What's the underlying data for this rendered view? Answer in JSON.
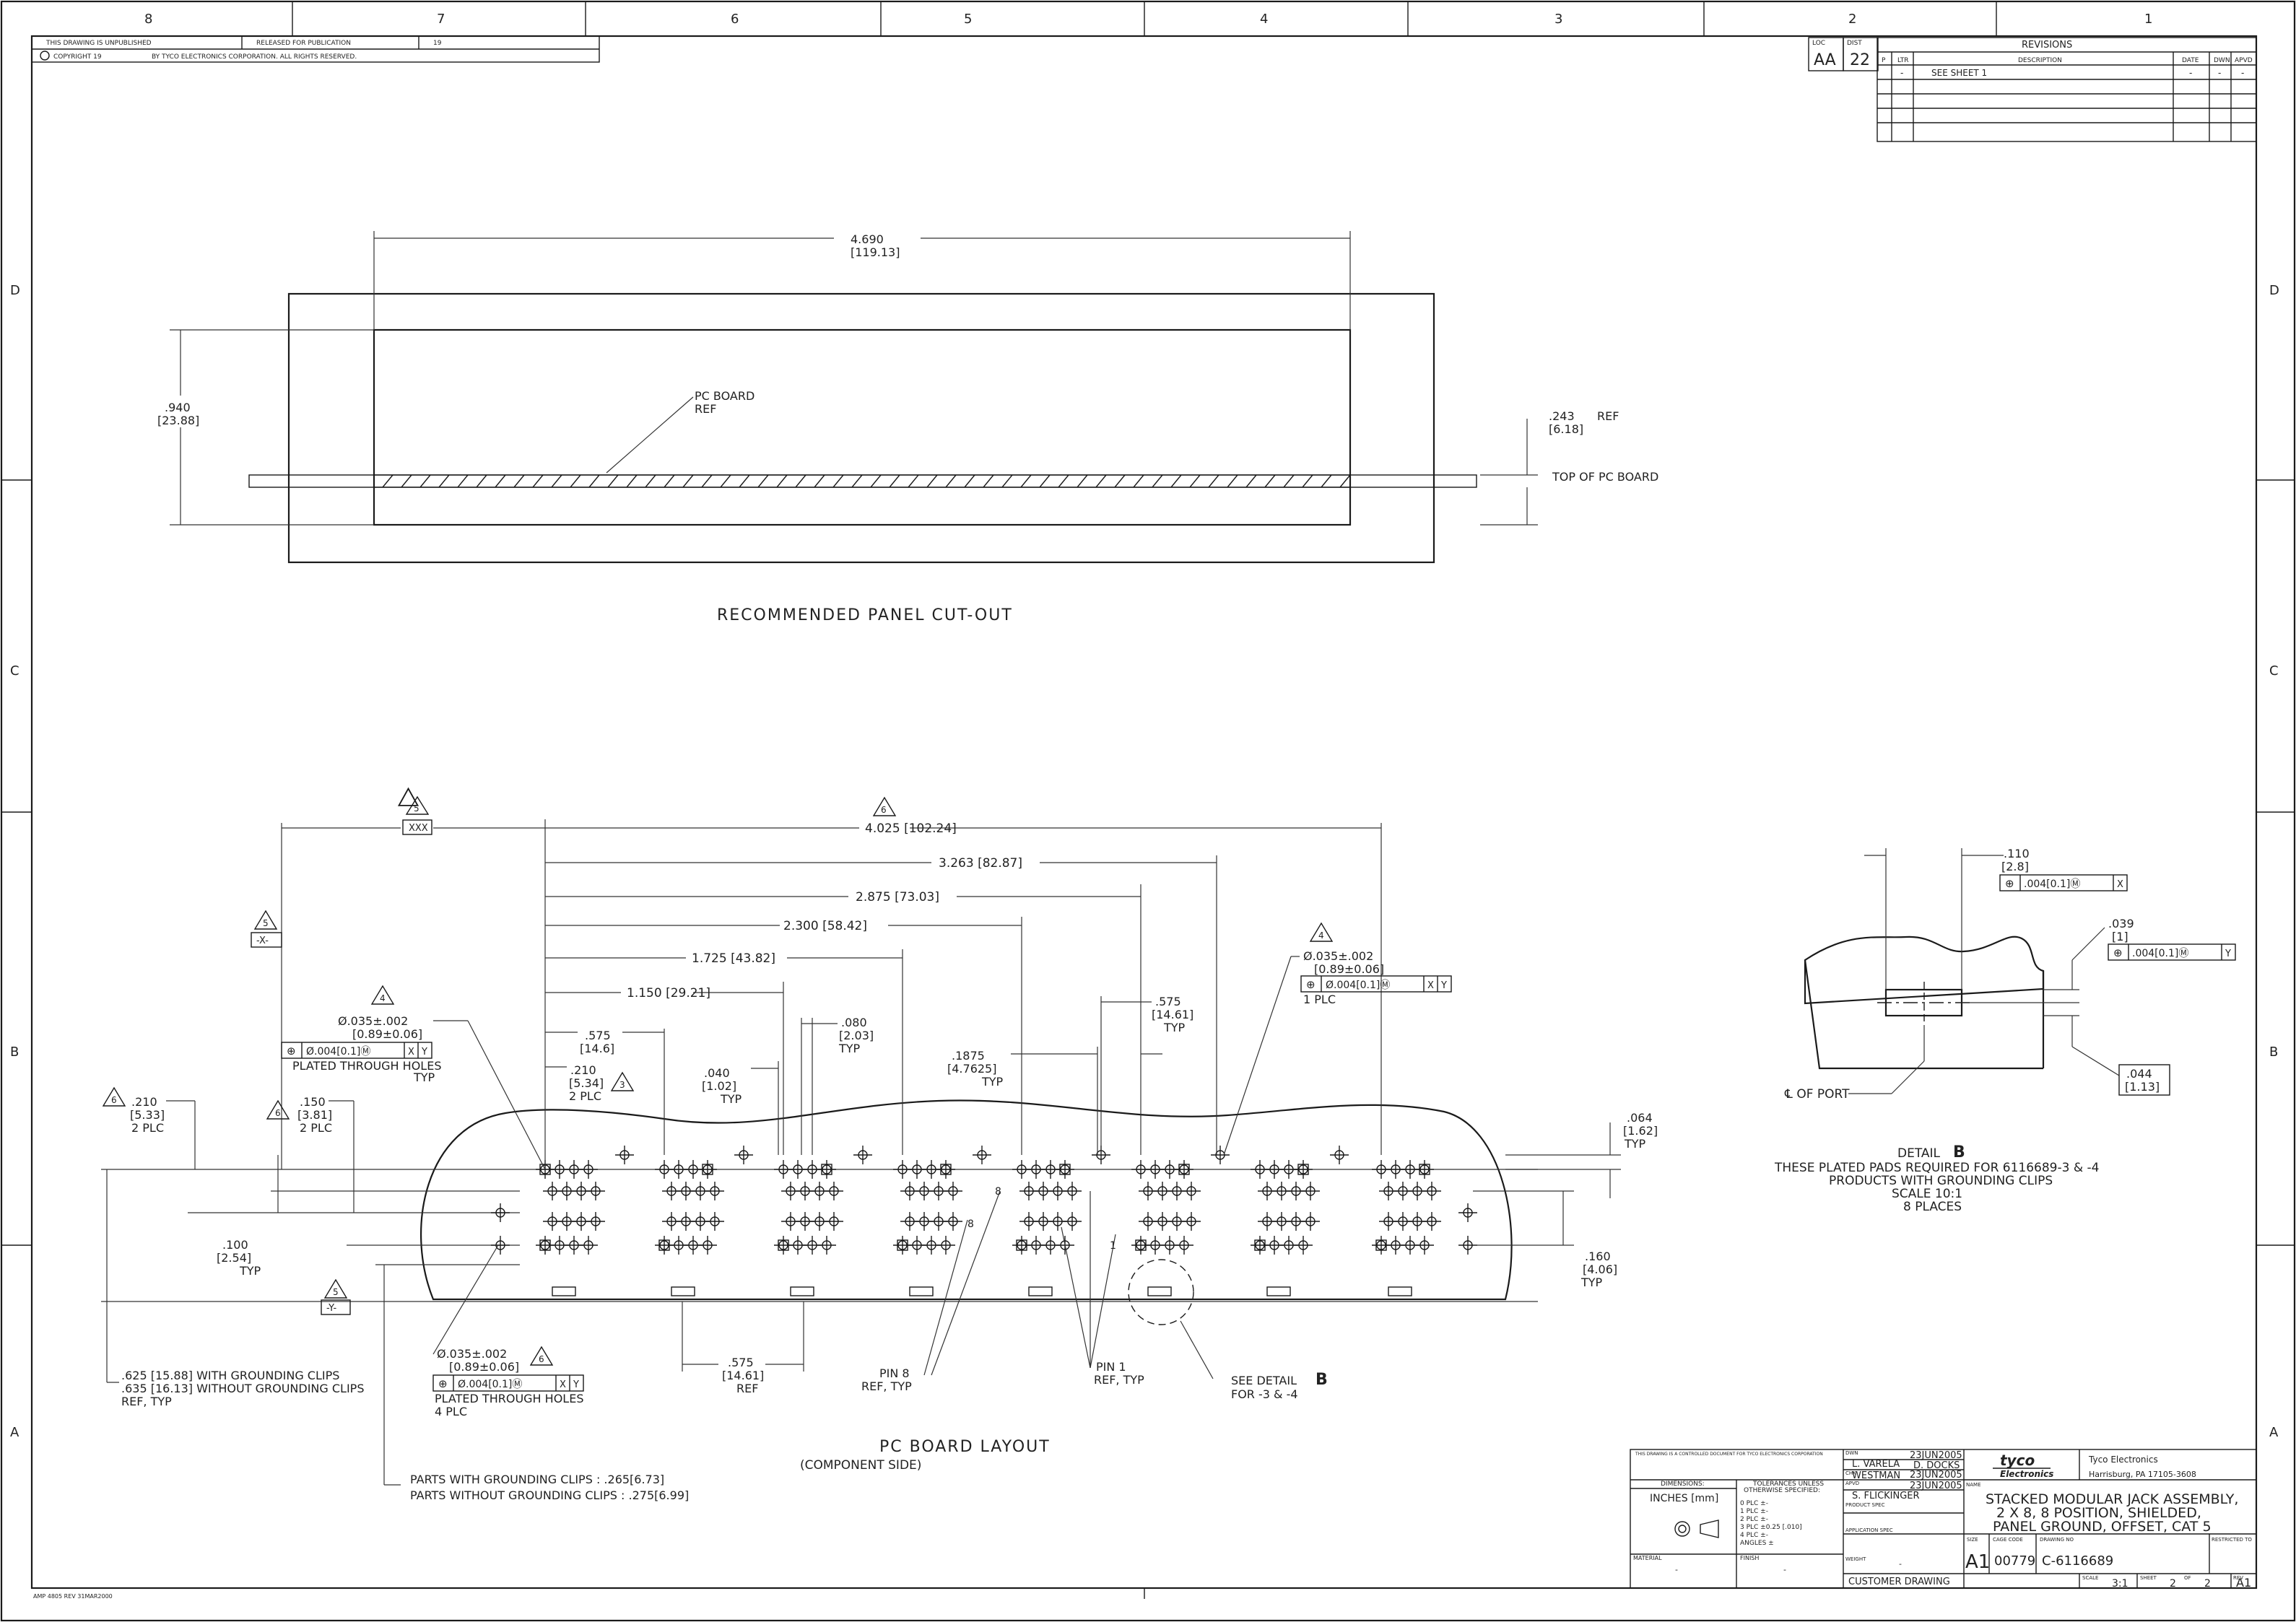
{
  "zones": {
    "cols": [
      "8",
      "7",
      "6",
      "5",
      "4",
      "3",
      "2",
      "1"
    ],
    "rows": [
      "D",
      "C",
      "B",
      "A"
    ]
  },
  "header": {
    "unpublished": "THIS DRAWING IS UNPUBLISHED",
    "released": "RELEASED FOR PUBLICATION",
    "released_year": "19",
    "copyright": "COPYRIGHT 19",
    "copyright_by": "BY TYCO ELECTRONICS CORPORATION. ALL RIGHTS RESERVED."
  },
  "loc_dist": {
    "loc_label": "LOC",
    "loc_value": "AA",
    "dist_label": "DIST",
    "dist_value": "22"
  },
  "revisions": {
    "title": "REVISIONS",
    "headers": [
      "P",
      "LTR",
      "DESCRIPTION",
      "DATE",
      "DWN",
      "APVD"
    ],
    "row1": {
      "ltr": "-",
      "desc": "SEE SHEET 1",
      "date": "-",
      "dwn": "-",
      "apvd": "-"
    }
  },
  "panel": {
    "caption": "RECOMMENDED PANEL CUT-OUT",
    "width_in": "4.690",
    "width_mm": "[119.13]",
    "height_in": ".940",
    "height_mm": "[23.88]",
    "pcb_label": "PC BOARD",
    "pcb_ref": "REF",
    "ref_in": ".243",
    "ref_word": "REF",
    "ref_mm": "[6.18]",
    "top_label": "TOP OF PC BOARD"
  },
  "layout": {
    "caption": "PC BOARD LAYOUT",
    "subcaption": "(COMPONENT SIDE)",
    "d4025": "4.025 [102.24]",
    "d3263": "3.263 [82.87]",
    "d2875": "2.875 [73.03]",
    "d2300": "2.300 [58.42]",
    "d1725": "1.725 [43.82]",
    "d1150": "1.150 [29.21]",
    "flag5": "5",
    "flag6": "6",
    "flag4": "4",
    "flag3": "3",
    "xxx": "XXX",
    "x_datum": "-X-",
    "y_datum": "-Y-",
    "d575a_in": ".575",
    "d575a_mm": "[14.6]",
    "d210a_in": ".210",
    "d210a_mm": "[5.34]",
    "d210a_note": "2 PLC",
    "d080_in": ".080",
    "d080_mm": "[2.03]",
    "d080_typ": "TYP",
    "d040_in": ".040",
    "d040_mm": "[1.02]",
    "d040_typ": "TYP",
    "d1875_in": ".1875",
    "d1875_mm": "[4.7625]",
    "d1875_typ": "TYP",
    "d575b_in": ".575",
    "d575b_mm": "[14.61]",
    "d575b_typ": "TYP",
    "hole1_dia": "Ø.035±.002",
    "hole1_mm": "[0.89±0.06]",
    "hole1_fcf": "Ø.004[0.1]Ⓜ",
    "hole1_x": "X",
    "hole1_y": "Y",
    "hole1_note": "1 PLC",
    "hole2_dia": "Ø.035±.002",
    "hole2_mm": "[0.89±0.06]",
    "hole2_fcf": "Ø.004[0.1]Ⓜ",
    "hole2_x": "X",
    "hole2_y": "Y",
    "hole2_note1": "PLATED THROUGH HOLES",
    "hole2_note2": "TYP",
    "hole3_dia": "Ø.035±.002",
    "hole3_mm": "[0.89±0.06]",
    "hole3_fcf": "Ø.004[0.1]Ⓜ",
    "hole3_x": "X",
    "hole3_y": "Y",
    "hole3_note1": "PLATED THROUGH HOLES",
    "hole3_note2": "4 PLC",
    "d210b_in": ".210",
    "d210b_mm": "[5.33]",
    "d210b_note": "2 PLC",
    "d150_in": ".150",
    "d150_mm": "[3.81]",
    "d150_note": "2 PLC",
    "d100_in": ".100",
    "d100_mm": "[2.54]",
    "d100_typ": "TYP",
    "d064_in": ".064",
    "d064_mm": "[1.62]",
    "d064_typ": "TYP",
    "d160_in": ".160",
    "d160_mm": "[4.06]",
    "d160_typ": "TYP",
    "ground1": ".625 [15.88] WITH GROUNDING CLIPS",
    "ground2": ".635 [16.13] WITHOUT GROUNDING CLIPS",
    "ground3": "REF, TYP",
    "d575c_in": ".575",
    "d575c_mm": "[14.61]",
    "d575c_ref": "REF",
    "pin8": "PIN 8",
    "pin8_ref": "REF, TYP",
    "pin8_num": "8",
    "pin1": "PIN 1",
    "pin1_ref": "REF, TYP",
    "pin1_num": "1",
    "see_detail": "SEE DETAIL",
    "see_detail_letter": "B",
    "see_detail_for": "FOR -3 & -4",
    "parts1": "PARTS WITH GROUNDING CLIPS : .265[6.73]",
    "parts2": "PARTS WITHOUT GROUNDING CLIPS : .275[6.99]"
  },
  "detail": {
    "d110_in": ".110",
    "d110_mm": "[2.8]",
    "d110_fcf": ".004[0.1]Ⓜ",
    "d110_datum": "X",
    "d039_in": ".039",
    "d039_mm": "[1]",
    "d039_fcf": ".004[0.1]Ⓜ",
    "d039_datum": "Y",
    "d044_in": ".044",
    "d044_mm": "[1.13]",
    "port": "℄ OF PORT",
    "title": "DETAIL",
    "letter": "B",
    "line1": "THESE PLATED PADS REQUIRED FOR 6116689-3 & -4",
    "line2": "PRODUCTS WITH GROUNDING CLIPS",
    "line3": "SCALE  10:1",
    "line4": "8 PLACES"
  },
  "title_block": {
    "control": "THIS DRAWING IS A CONTROLLED DOCUMENT FOR TYCO ELECTRONICS CORPORATION",
    "dimensions_label": "DIMENSIONS:",
    "dimensions_value": "INCHES [mm]",
    "tol_title1": "TOLERANCES UNLESS",
    "tol_title2": "OTHERWISE SPECIFIED:",
    "tol_rows": [
      "0 PLC  ±-",
      "1 PLC  ±-",
      "2 PLC  ±-",
      "3 PLC  ±0.25 [.010]",
      "4 PLC  ±-",
      "ANGLES  ±"
    ],
    "material_label": "MATERIAL",
    "material_value": "-",
    "finish_label": "FINISH",
    "finish_value": "-",
    "dwn_label": "DWN",
    "dwn_name": "L. VARELA",
    "dwn_date": "23JUN2005",
    "chk_label": "CHK",
    "chk_name": "D. DOCKS",
    "chk_date": "23JUN2005",
    "apvd_label": "APVD",
    "apvd_name": "S. FLICKINGER",
    "apvd_date": "23JUN2005",
    "apvd2_name": "WESTMAN",
    "product_spec": "PRODUCT SPEC",
    "application_spec": "APPLICATION SPEC",
    "weight_label": "WEIGHT",
    "weight_value": "-",
    "customer": "CUSTOMER DRAWING",
    "logo1": "tyco",
    "logo2": "Electronics",
    "company": "Tyco Electronics",
    "city": "Harrisburg, PA 17105-3608",
    "name_label": "NAME",
    "title1": "STACKED MODULAR JACK ASSEMBLY,",
    "title2": "2 X 8, 8 POSITION, SHIELDED,",
    "title3": "PANEL GROUND, OFFSET, CAT 5",
    "size_label": "SIZE",
    "size_value": "A1",
    "cage_label": "CAGE CODE",
    "cage_value": "00779",
    "dwg_label": "DRAWING NO",
    "dwg_value": "C-6116689",
    "restricted": "RESTRICTED TO",
    "scale_label": "SCALE",
    "scale_value": "3:1",
    "sheet_label": "SHEET",
    "sheet_value": "2",
    "of_label": "OF",
    "of_value": "2",
    "rev_label": "REV",
    "rev_value": "A1"
  },
  "footer": {
    "form": "AMP 4805 REV 31MAR2000"
  }
}
